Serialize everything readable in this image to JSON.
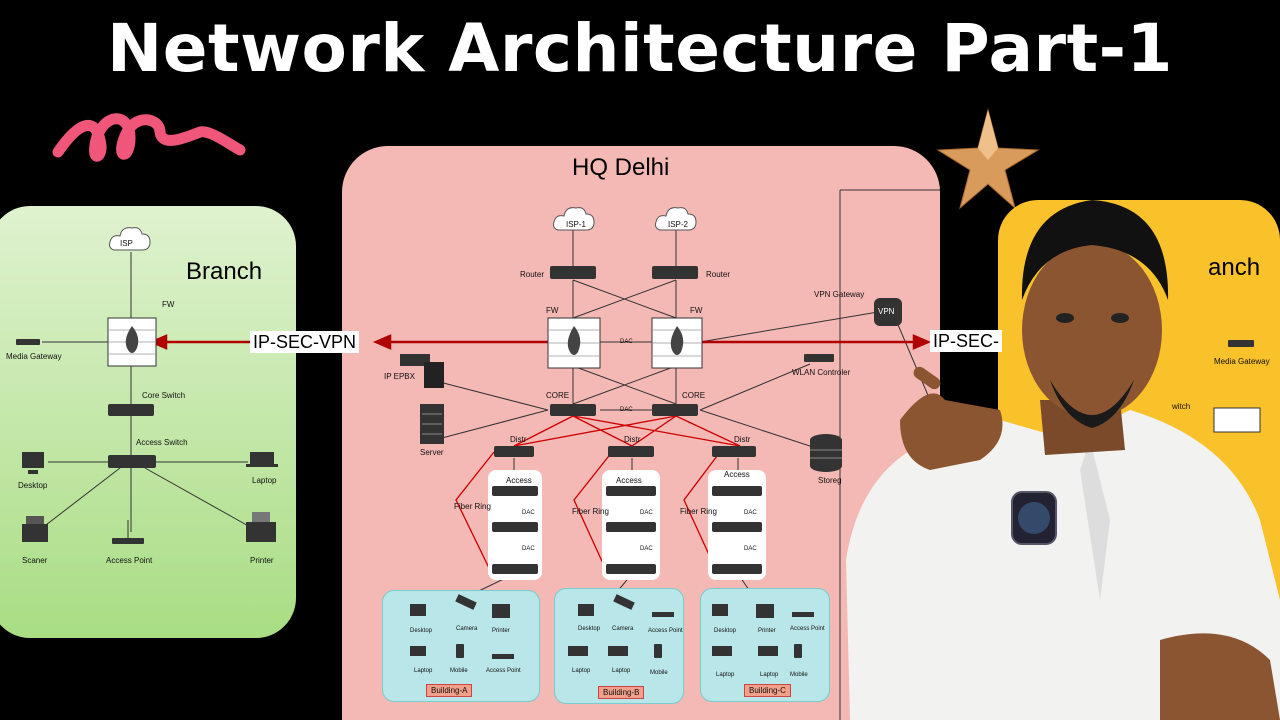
{
  "title": "Network Architecture Part-1",
  "colors": {
    "hq_bg": "#f4b8b5",
    "branch_left_bg": "#a9dd84",
    "branch_right_bg": "#f9c12a",
    "vpn_arrow": "#b00000"
  },
  "hq": {
    "label": "HQ Delhi",
    "isp1": "ISP-1",
    "isp2": "ISP-2",
    "router_left": "Router",
    "router_right": "Router",
    "fw_left": "FW",
    "fw_right": "FW",
    "dac": "DAC",
    "core_left": "CORE",
    "core_right": "CORE",
    "vpn_gateway": "VPN Gateway",
    "vpn": "VPN",
    "wlan": "WLAN Controler",
    "ip_epbx": "IP EPBX",
    "server": "Server",
    "storage": "Storeg",
    "distr": "Distr",
    "access": "Access",
    "fiber_ring": "Fiber Ring"
  },
  "buildings": [
    {
      "tag": "Building-A",
      "items": [
        "Desktop",
        "Camera",
        "Printer",
        "Laptop",
        "Mobile",
        "Access Point"
      ]
    },
    {
      "tag": "Building-B",
      "items": [
        "Desktop",
        "Camera",
        "Access Point",
        "Laptop",
        "Laptop",
        "Mobile"
      ]
    },
    {
      "tag": "Building-C",
      "items": [
        "Desktop",
        "Printer",
        "Access Point",
        "Laptop",
        "Laptop",
        "Mobile"
      ]
    }
  ],
  "branch_left": {
    "label": "Branch",
    "isp": "ISP",
    "fw": "FW",
    "media_gateway": "Media Gateway",
    "core_switch": "Core Switch",
    "access_switch": "Access Switch",
    "desktop": "Desktop",
    "laptop": "Laptop",
    "scanner": "Scaner",
    "access_point": "Access Point",
    "printer": "Printer"
  },
  "branch_right": {
    "label": "anch",
    "media_gateway": "Media Gateway",
    "switch": "witch"
  },
  "vpn_left": "IP-SEC-VPN",
  "vpn_right": "IP-SEC-"
}
